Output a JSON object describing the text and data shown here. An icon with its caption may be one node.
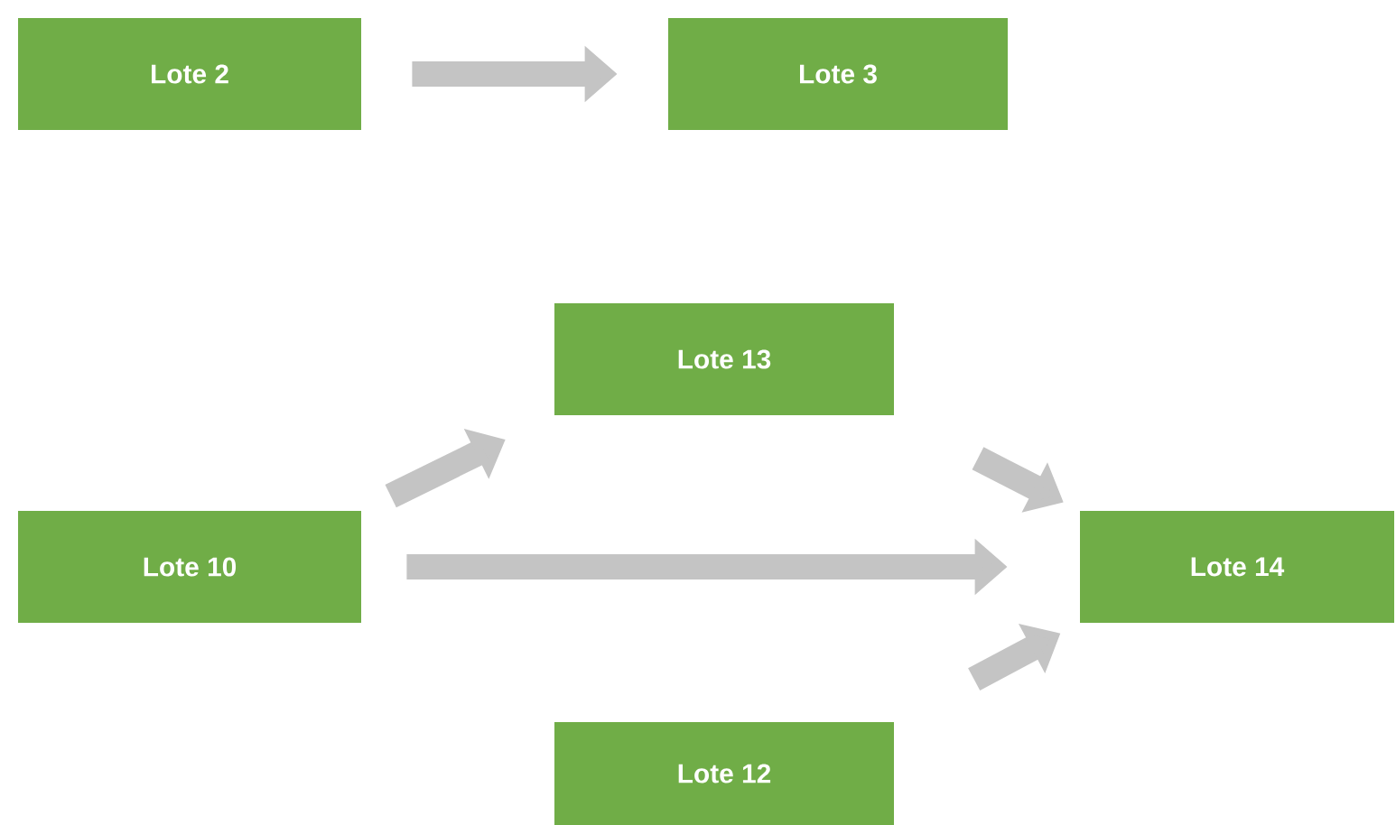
{
  "diagram": {
    "nodes": [
      {
        "text": [
          "Lote 2"
        ]
      },
      {
        "text": [
          "Lote 3"
        ]
      },
      {
        "text": [
          "Lote 13"
        ]
      },
      {
        "text": [
          "Lote 10"
        ]
      },
      {
        "text": [
          "Lote 14"
        ]
      },
      {
        "text": [
          "Lote 12"
        ]
      }
    ],
    "edges": [
      {
        "from": 0,
        "to": 1,
        "arrow": "to"
      },
      {
        "from": 3,
        "to": 2,
        "arrow": "to"
      },
      {
        "from": 2,
        "to": 4,
        "arrow": "to"
      },
      {
        "from": 3,
        "to": 4,
        "arrow": "to"
      },
      {
        "from": 5,
        "to": 4,
        "arrow": "to"
      }
    ]
  }
}
